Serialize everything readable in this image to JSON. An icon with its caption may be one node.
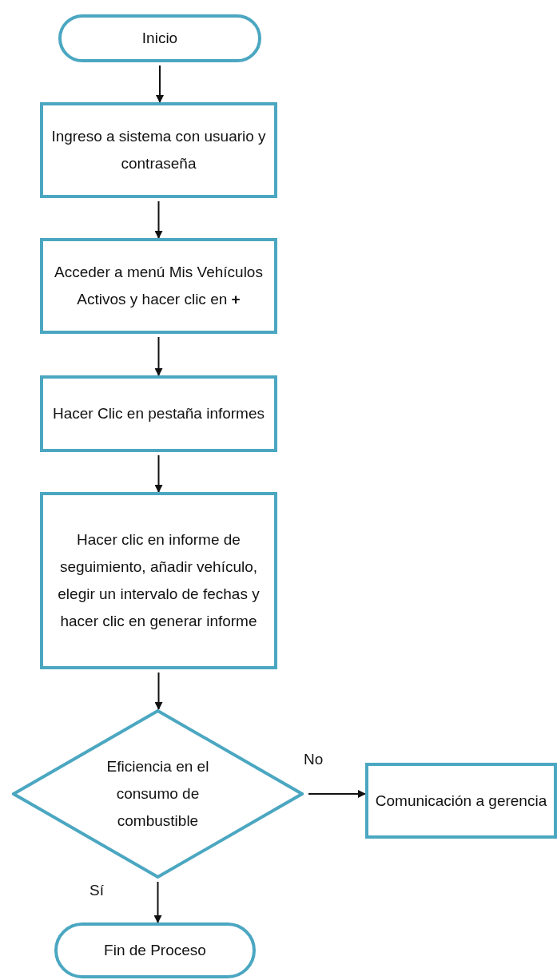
{
  "diagram": {
    "nodes": [
      {
        "text": [
          "Inicio"
        ]
      },
      {
        "text": [
          "Ingreso a sistema con usuario y contraseña"
        ]
      },
      {
        "text": [
          "Acceder a menú Mis Vehículos Activos y hacer clic en **+**"
        ]
      },
      {
        "text": [
          "Hacer Clic en pestaña informes"
        ]
      },
      {
        "text": [
          "Hacer clic en informe de seguimiento, añadir vehículo, elegir un intervalo de fechas y hacer clic en generar informe"
        ]
      },
      {
        "text": [
          "Eficiencia en el consumo de combustible"
        ]
      },
      {
        "text": [
          "Comunicación a gerencia"
        ]
      },
      {
        "text": [
          "Fin de Proceso"
        ]
      }
    ],
    "edges": [
      {
        "from": 0,
        "to": 1,
        "arrow": "to"
      },
      {
        "from": 1,
        "to": 2,
        "arrow": "to"
      },
      {
        "from": 2,
        "to": 3,
        "arrow": "to"
      },
      {
        "from": 3,
        "to": 4,
        "arrow": "to"
      },
      {
        "from": 4,
        "to": 5,
        "arrow": "to"
      },
      {
        "from": 5,
        "to": 6,
        "arrow": "to",
        "label": "No"
      },
      {
        "from": 5,
        "to": 7,
        "arrow": "to",
        "label": "Sí"
      }
    ]
  }
}
